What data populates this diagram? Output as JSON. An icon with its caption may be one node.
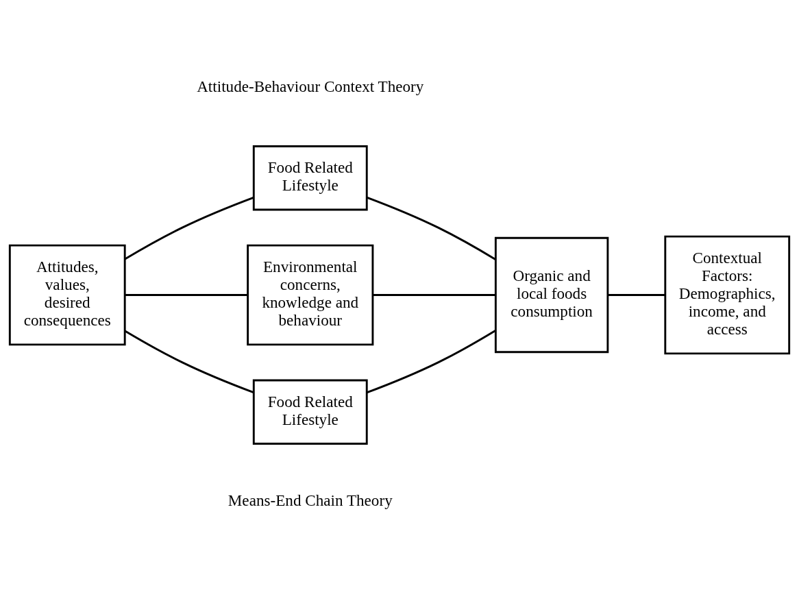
{
  "diagram": {
    "nodes": [
      {
        "text": [
          "Attitudes, values, desired consequences"
        ]
      },
      {
        "text": [
          "Food Related Lifestyle"
        ]
      },
      {
        "text": [
          "Environmental concerns, knowledge and behaviour"
        ]
      },
      {
        "text": [
          "Food Related Lifestyle"
        ]
      },
      {
        "text": [
          "Organic and local foods consumption"
        ]
      },
      {
        "text": [
          "Contextual Factors: Demographics, income, and access"
        ]
      }
    ],
    "edges": [
      {
        "from": 0,
        "to": 1,
        "arrow": "none"
      },
      {
        "from": 0,
        "to": 2,
        "arrow": "none"
      },
      {
        "from": 0,
        "to": 3,
        "arrow": "none"
      },
      {
        "from": 1,
        "to": 4,
        "arrow": "none"
      },
      {
        "from": 2,
        "to": 4,
        "arrow": "none"
      },
      {
        "from": 3,
        "to": 4,
        "arrow": "none"
      },
      {
        "from": 4,
        "to": 5,
        "arrow": "none"
      }
    ],
    "labels": [
      "Attitude-Behaviour Context Theory",
      "Means-End Chain Theory"
    ]
  }
}
